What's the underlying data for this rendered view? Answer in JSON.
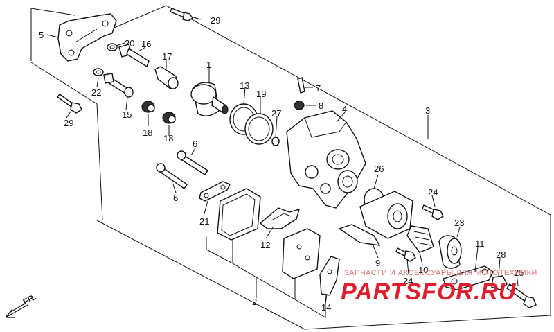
{
  "callouts": {
    "c1": "1",
    "c2": "2",
    "c3": "3",
    "c4": "4",
    "c5": "5",
    "c6a": "6",
    "c6b": "6",
    "c7": "7",
    "c8": "8",
    "c9": "9",
    "c10": "10",
    "c11": "11",
    "c12": "12",
    "c13": "13",
    "c14": "14",
    "c15": "15",
    "c16": "16",
    "c17": "17",
    "c18a": "18",
    "c18b": "18",
    "c19": "19",
    "c20": "20",
    "c21": "21",
    "c22": "22",
    "c23": "23",
    "c24a": "24",
    "c24b": "24",
    "c25": "25",
    "c26": "26",
    "c27": "27",
    "c28": "28",
    "c29a": "29",
    "c29b": "29"
  },
  "direction_label": "FR.",
  "watermark": {
    "line1": "ЗАПЧАСТИ И АКСЕССУАРЫ ДЛЯ МОТОТЕХНИКИ",
    "brand": "PARTSFOR.RU"
  },
  "colors": {
    "ink": "#111111",
    "watermark_red": "#e01e2e",
    "background": "#ffffff"
  }
}
